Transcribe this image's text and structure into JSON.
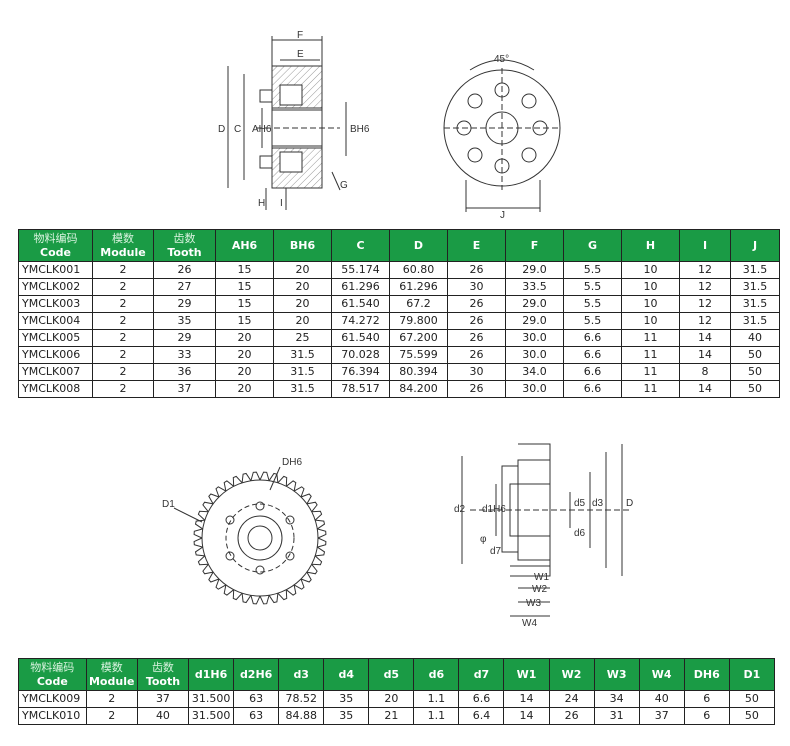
{
  "figure1": {
    "side_labels": {
      "F": "F",
      "E": "E",
      "D": "D",
      "C": "C",
      "A": "AH6",
      "B": "BH6",
      "G": "G",
      "H": "H",
      "I": "I"
    },
    "front_labels": {
      "angle": "45°",
      "J": "J"
    }
  },
  "table1": {
    "headers": [
      {
        "zh": "物料编码",
        "en": "Code"
      },
      {
        "zh": "模数",
        "en": "Module"
      },
      {
        "zh": "齿数",
        "en": "Tooth"
      },
      {
        "zh": "",
        "en": "AH6"
      },
      {
        "zh": "",
        "en": "BH6"
      },
      {
        "zh": "",
        "en": "C"
      },
      {
        "zh": "",
        "en": "D"
      },
      {
        "zh": "",
        "en": "E"
      },
      {
        "zh": "",
        "en": "F"
      },
      {
        "zh": "",
        "en": "G"
      },
      {
        "zh": "",
        "en": "H"
      },
      {
        "zh": "",
        "en": "I"
      },
      {
        "zh": "",
        "en": "J"
      }
    ],
    "rows": [
      [
        "YMCLK001",
        "2",
        "26",
        "15",
        "20",
        "55.174",
        "60.80",
        "26",
        "29.0",
        "5.5",
        "10",
        "12",
        "31.5"
      ],
      [
        "YMCLK002",
        "2",
        "27",
        "15",
        "20",
        "61.296",
        "61.296",
        "30",
        "33.5",
        "5.5",
        "10",
        "12",
        "31.5"
      ],
      [
        "YMCLK003",
        "2",
        "29",
        "15",
        "20",
        "61.540",
        "67.2",
        "26",
        "29.0",
        "5.5",
        "10",
        "12",
        "31.5"
      ],
      [
        "YMCLK004",
        "2",
        "35",
        "15",
        "20",
        "74.272",
        "79.800",
        "26",
        "29.0",
        "5.5",
        "10",
        "12",
        "31.5"
      ],
      [
        "YMCLK005",
        "2",
        "29",
        "20",
        "25",
        "61.540",
        "67.200",
        "26",
        "30.0",
        "6.6",
        "11",
        "14",
        "40"
      ],
      [
        "YMCLK006",
        "2",
        "33",
        "20",
        "31.5",
        "70.028",
        "75.599",
        "26",
        "30.0",
        "6.6",
        "11",
        "14",
        "50"
      ],
      [
        "YMCLK007",
        "2",
        "36",
        "20",
        "31.5",
        "76.394",
        "80.394",
        "30",
        "34.0",
        "6.6",
        "11",
        "8",
        "50"
      ],
      [
        "YMCLK008",
        "2",
        "37",
        "20",
        "31.5",
        "78.517",
        "84.200",
        "26",
        "30.0",
        "6.6",
        "11",
        "14",
        "50"
      ]
    ]
  },
  "figure2": {
    "gear_labels": {
      "D1": "D1",
      "DH6": "DH6"
    },
    "section_labels": {
      "d2": "d2",
      "d1": "d1H6",
      "d5": "d5",
      "d3": "d3",
      "D": "D",
      "d6": "d6",
      "d7": "d7",
      "phi": "φ",
      "W1": "W1",
      "W2": "W2",
      "W3": "W3",
      "W4": "W4"
    }
  },
  "table2": {
    "headers": [
      {
        "zh": "物料编码",
        "en": "Code"
      },
      {
        "zh": "模数",
        "en": "Module"
      },
      {
        "zh": "齿数",
        "en": "Tooth"
      },
      {
        "zh": "",
        "en": "d1H6"
      },
      {
        "zh": "",
        "en": "d2H6"
      },
      {
        "zh": "",
        "en": "d3"
      },
      {
        "zh": "",
        "en": "d4"
      },
      {
        "zh": "",
        "en": "d5"
      },
      {
        "zh": "",
        "en": "d6"
      },
      {
        "zh": "",
        "en": "d7"
      },
      {
        "zh": "",
        "en": "W1"
      },
      {
        "zh": "",
        "en": "W2"
      },
      {
        "zh": "",
        "en": "W3"
      },
      {
        "zh": "",
        "en": "W4"
      },
      {
        "zh": "",
        "en": "DH6"
      },
      {
        "zh": "",
        "en": "D1"
      }
    ],
    "rows": [
      [
        "YMCLK009",
        "2",
        "37",
        "31.500",
        "63",
        "78.52",
        "35",
        "20",
        "1.1",
        "6.6",
        "14",
        "24",
        "34",
        "40",
        "6",
        "50"
      ],
      [
        "YMCLK010",
        "2",
        "40",
        "31.500",
        "63",
        "84.88",
        "35",
        "21",
        "1.1",
        "6.4",
        "14",
        "26",
        "31",
        "37",
        "6",
        "50"
      ]
    ]
  },
  "colors": {
    "header_bg": "#1a9b45",
    "header_text": "#ffffff",
    "line": "#333333"
  }
}
